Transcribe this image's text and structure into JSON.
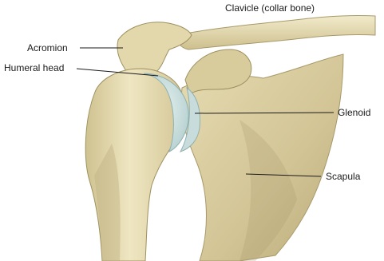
{
  "labels": {
    "clavicle": "Clavicle (collar bone)",
    "acromion": "Acromion",
    "humeral_head": "Humeral head",
    "glenoid": "Glenoid",
    "scapula": "Scapula"
  },
  "colors": {
    "bone_light": "#efe7c4",
    "bone_mid": "#ddd2a4",
    "bone_dark": "#b6a777",
    "bone_shadow": "#8f835a",
    "cartilage": "#cfe3e3",
    "leader_line": "#1a1a1a"
  }
}
